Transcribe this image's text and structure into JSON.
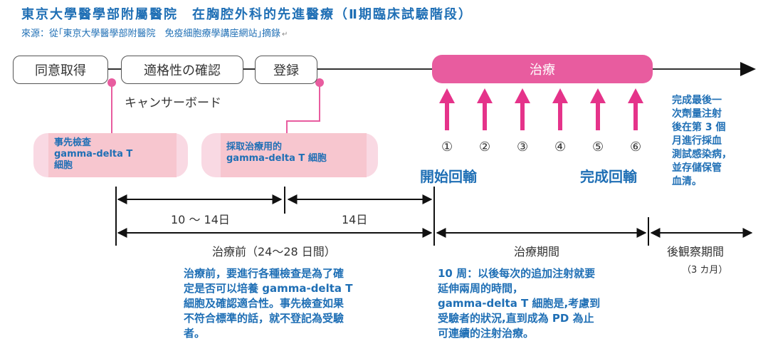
{
  "header": {
    "title": "東京大學醫學部附屬醫院　在胸腔外科的先進醫療（Ⅱ期臨床試驗階段）",
    "source": "來源：從｢東京大學醫學部附醫院　免疫細胞療學講座網站｣摘錄"
  },
  "flow": {
    "stages": [
      "同意取得",
      "適格性の確認",
      "登録"
    ],
    "treatment_label": "治療",
    "cancel_label": "キャンサーボード",
    "doses": [
      "①",
      "②",
      "③",
      "④",
      "⑤",
      "⑥"
    ],
    "start_label": "開始回輸",
    "end_label": "完成回輸"
  },
  "boxes": {
    "pretest": "事先檢查\ngamma-delta T\n細胞",
    "collect": "採取治療用的\ngamma-delta T 細胞"
  },
  "notes": {
    "final": "完成最後一\n次劑量注射\n後在第 3 個\n月進行採血\n測試感染病，\n並存儲保管\n血清。",
    "pre": "治療前，要進行各種檢查是為了確\n定是否可以培養 gamma-delta T\n細胞及確認適合性。事先檢查如果\n不符合標準的話，就不登記為受驗\n者。",
    "during": "10 周：以後每次的追加注射就要\n延伸兩周的時間，\ngamma-delta T 細胞是,考慮到\n受驗者的狀況,直到成為 PD 為止\n可連續的注射治療。"
  },
  "periods": {
    "span1": "10 〜 14日",
    "span2": "14日",
    "pre_treatment": "治療前（24〜28 日間）",
    "treatment": "治療期間",
    "follow_up": "後観察期間",
    "follow_up_sub": "（3 カ月）"
  },
  "colors": {
    "blue": "#1f6fb5",
    "magenta": "#e5338a",
    "pink_bar": "#e85c9f",
    "pink_box": "#f9d9e3"
  }
}
